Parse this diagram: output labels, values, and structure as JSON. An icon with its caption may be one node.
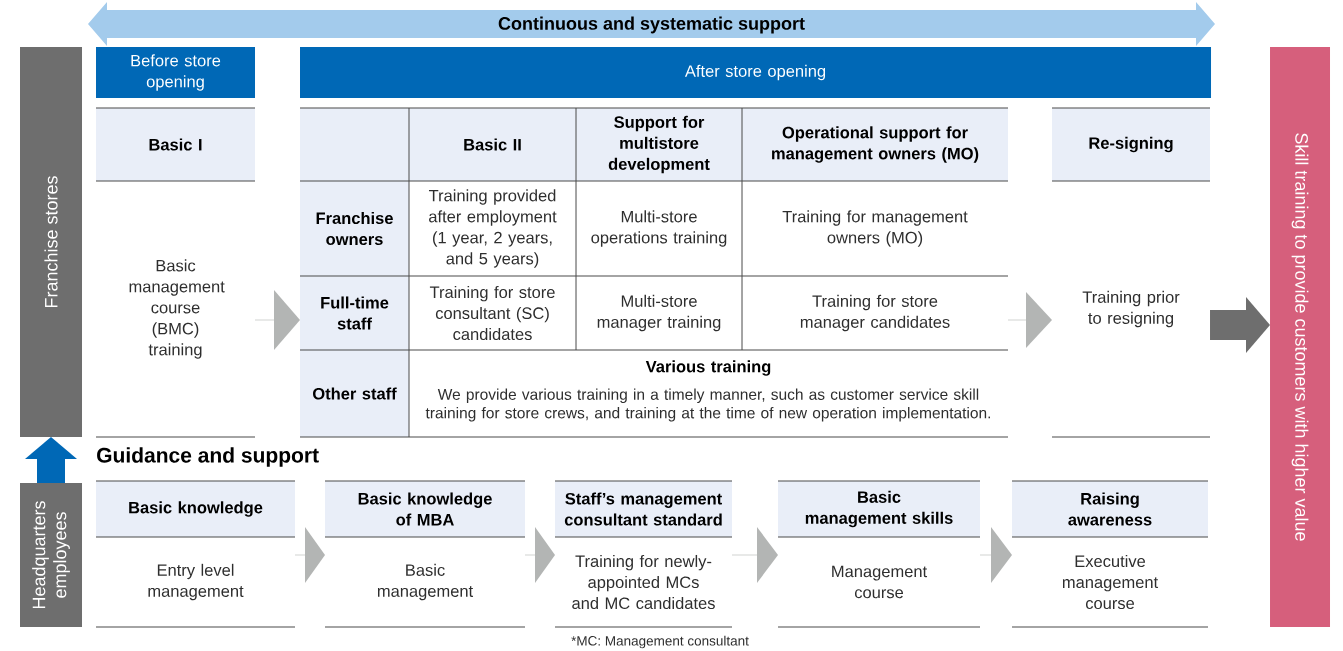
{
  "diagram": {
    "nodes": [
      {
        "text": [
          "Continuous and systematic support"
        ]
      },
      {
        "text": [
          "Franchise stores"
        ]
      },
      {
        "text": [
          "Before store opening"
        ]
      },
      {
        "text": [
          "After store opening"
        ]
      },
      {
        "text": [
          "Basic I",
          "Basic management course (BMC) training"
        ]
      },
      {
        "text": [
          "Basic II",
          "Support for multistore development",
          "Operational support for management owners (MO)",
          "Franchise owners",
          "Training provided after employment (1 year, 2 years, and 5 years)",
          "Multi-store operations training",
          "Training for management owners (MO)",
          "Full-time staff",
          "Training for store consultant (SC) candidates",
          "Multi-store manager training",
          "Training for store manager candidates",
          "Other staff",
          "Various training",
          "We provide various training in a timely manner, such as customer service skill training for store crews, and training at the time of new operation implementation."
        ]
      },
      {
        "text": [
          "Re-signing",
          "Training prior to resigning"
        ]
      },
      {
        "text": [
          "Skill training to provide customers with higher value"
        ]
      },
      {
        "text": [
          "Headquarters employees"
        ]
      },
      {
        "text": [
          "Basic knowledge",
          "Entry level management"
        ]
      },
      {
        "text": [
          "Basic knowledge of MBA",
          "Basic management"
        ]
      },
      {
        "text": [
          "Staff’s management consultant standard",
          "Training for newly-appointed MCs and MC candidates"
        ]
      },
      {
        "text": [
          "Basic management skills",
          "Management course"
        ]
      },
      {
        "text": [
          "Raising awareness",
          "Executive management course"
        ]
      }
    ],
    "edges": [
      {
        "from": 8,
        "to": 1,
        "arrow": "to",
        "style": "thick",
        "color": "#0068b6"
      },
      {
        "from": 4,
        "to": 5,
        "arrow": "to"
      },
      {
        "from": 5,
        "to": 6,
        "arrow": "to"
      },
      {
        "from": 6,
        "to": 7,
        "arrow": "to",
        "style": "thick",
        "color": "#6e6e6e"
      },
      {
        "from": 9,
        "to": 10,
        "arrow": "to"
      },
      {
        "from": 10,
        "to": 11,
        "arrow": "to"
      },
      {
        "from": 11,
        "to": 12,
        "arrow": "to"
      },
      {
        "from": 12,
        "to": 13,
        "arrow": "to"
      }
    ],
    "labels": [
      "Guidance and support",
      "*MC: Management consultant"
    ]
  }
}
